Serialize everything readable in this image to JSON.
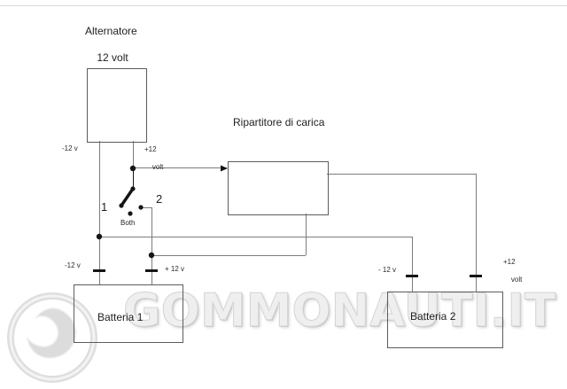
{
  "colors": {
    "wire": "#7c7c7c",
    "border": "#5c5c5c",
    "switch": "#151515",
    "text": "#1f1f1f",
    "watermark_fill": "#efefef",
    "watermark_edge": "#c6c6c6"
  },
  "alternator": {
    "label_line1": "Alternatore",
    "label_line2": "12 volt",
    "neg_label": "-12 v",
    "pos_label_line1": "+12",
    "pos_label_line2": "volt"
  },
  "splitter": {
    "label": "Ripartitore di carica"
  },
  "switch": {
    "pos1_label": "1",
    "pos2_label": "2",
    "both_label": "Both"
  },
  "battery1": {
    "label": "Batteria 1",
    "neg_label": "-12 v",
    "pos_label": "+ 12 v"
  },
  "battery2": {
    "label": "Batteria 2",
    "neg_label": "- 12 v",
    "pos_label_line1": "+12",
    "pos_label_line2": "volt"
  },
  "watermark": {
    "text": "GOMMONAUTI.IT"
  }
}
